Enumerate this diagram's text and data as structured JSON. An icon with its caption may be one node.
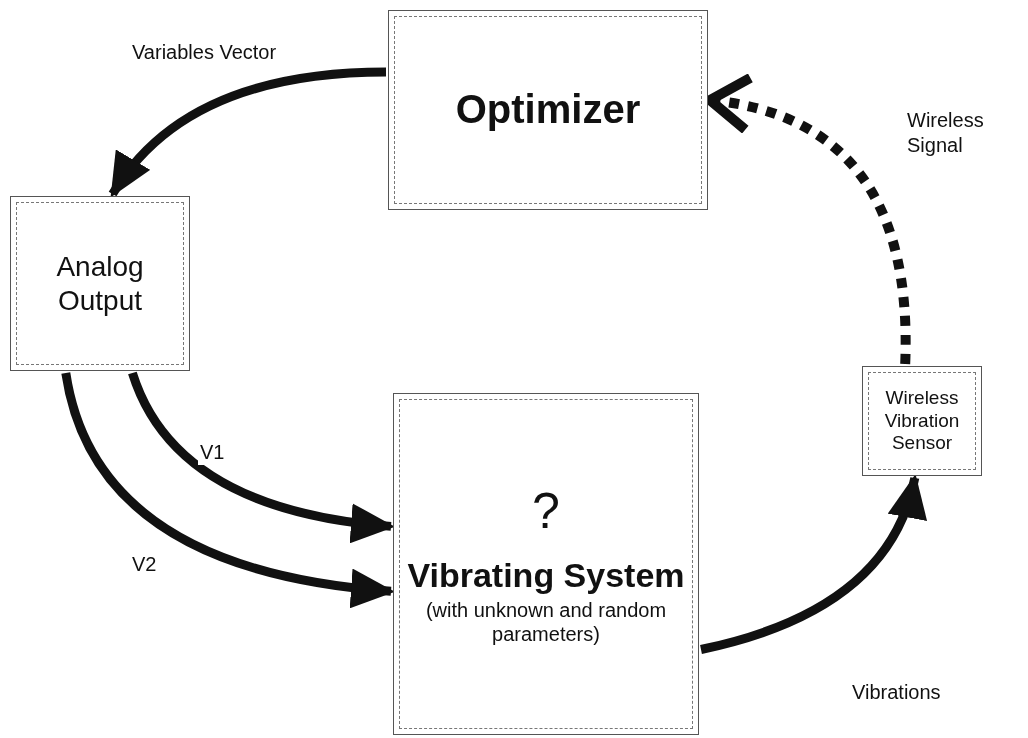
{
  "diagram": {
    "nodes": [
      {
        "text": [
          "Optimizer"
        ]
      },
      {
        "text": [
          "Analog Output"
        ]
      },
      {
        "text": [
          "?",
          "Vibrating System",
          "(with unknown and random parameters)"
        ]
      },
      {
        "text": [
          "Wireless Vibration Sensor"
        ]
      }
    ],
    "edges": [
      {
        "from": 0,
        "to": 1,
        "arrow": "to",
        "label": "Variables Vector"
      },
      {
        "from": 1,
        "to": 2,
        "arrow": "to",
        "label": "V1"
      },
      {
        "from": 1,
        "to": 2,
        "arrow": "to",
        "label": "V2"
      },
      {
        "from": 2,
        "to": 3,
        "arrow": "to",
        "label": "Vibrations"
      },
      {
        "from": 3,
        "to": 0,
        "arrow": "to",
        "label": "Wireless Signal",
        "style": "dashed"
      }
    ]
  }
}
